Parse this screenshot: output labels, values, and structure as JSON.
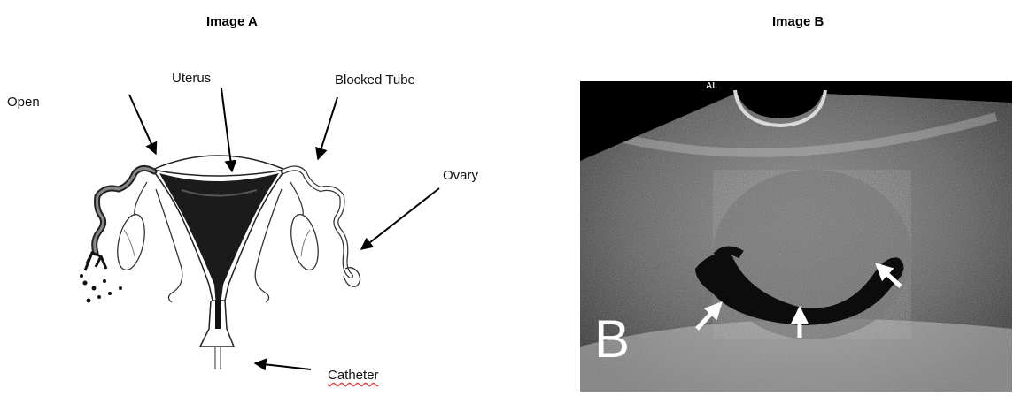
{
  "headings": {
    "image_a": "Image A",
    "image_b": "Image B"
  },
  "diagram_a": {
    "labels": {
      "open": "Open",
      "uterus": "Uterus",
      "blocked_tube": "Blocked Tube",
      "ovary": "Ovary",
      "catheter": "Catheter"
    }
  },
  "ultrasound_b": {
    "panel_letter": "B",
    "corner_mark": "AL"
  }
}
